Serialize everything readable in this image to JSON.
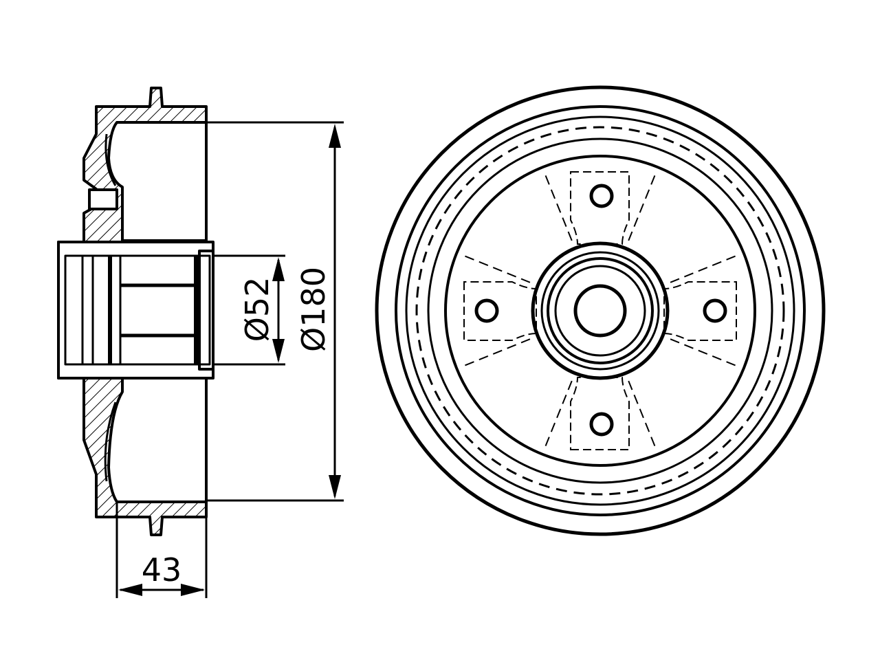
{
  "drawing": {
    "dimensions": {
      "hub_diameter": "Ø52",
      "drum_diameter": "Ø180",
      "drum_width": "43"
    },
    "stroke_color": "#000000",
    "background_color": "#ffffff"
  }
}
